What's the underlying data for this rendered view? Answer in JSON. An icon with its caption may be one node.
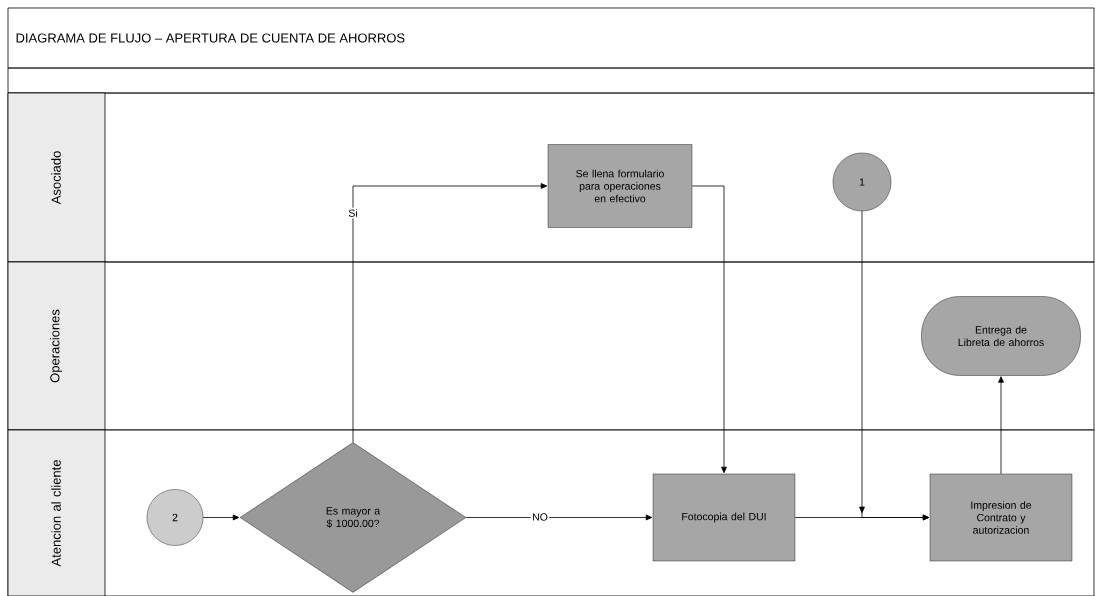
{
  "diagram": {
    "title": "DIAGRAMA DE FLUJO – APERTURA DE CUENTA DE AHORROS",
    "nodes": [
      {
        "text": [
          "Asociado"
        ]
      },
      {
        "text": [
          "Operaciones"
        ]
      },
      {
        "text": [
          "Atencion al cliente"
        ]
      },
      {
        "text": [
          "Se llena formulario para operaciones en efectivo"
        ],
        "in": 0
      },
      {
        "text": [
          "1"
        ],
        "in": 0
      },
      {
        "text": [
          "Entrega de Libreta de ahorros"
        ],
        "in": 1
      },
      {
        "text": [
          "2"
        ],
        "in": 2
      },
      {
        "text": [
          "Es mayor a $ 1000.00?"
        ],
        "in": 2
      },
      {
        "text": [
          "Fotocopia del DUI"
        ],
        "in": 2
      },
      {
        "text": [
          "Impresion de Contrato y autorizacion"
        ],
        "in": 2
      }
    ],
    "edges": [
      {
        "from": 6,
        "to": 7,
        "arrow": "to"
      },
      {
        "from": 7,
        "to": 3,
        "arrow": "to",
        "label": "Si"
      },
      {
        "from": 7,
        "to": 8,
        "arrow": "to",
        "label": "NO"
      },
      {
        "from": 3,
        "to": 8,
        "arrow": "to"
      },
      {
        "from": 8,
        "to": 9,
        "arrow": "to"
      },
      {
        "from": 4,
        "to": 9,
        "arrow": "to"
      },
      {
        "from": 9,
        "to": 5,
        "arrow": "to"
      }
    ]
  }
}
